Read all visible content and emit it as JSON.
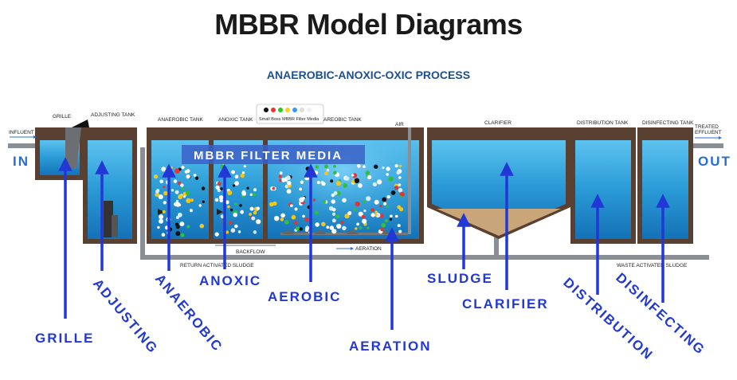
{
  "title": "MBBR Model Diagrams",
  "subtitle": "ANAEROBIC-ANOXIC-OXIC PROCESS",
  "tank_labels": {
    "grille": "GRILLE",
    "adjusting": "ADJUSTING TANK",
    "anaerobic": "ANAEROBIC TANK",
    "anoxic": "ANOXIC TANK",
    "aerobic": "AREOBIC TANK",
    "air": "AIR",
    "clarifier": "CLARIFIER",
    "distribution": "DISTRIBUTION TANK",
    "disinfecting": "DISINFECTING TANK"
  },
  "flow_labels": {
    "influent": "INFLUENT",
    "treated_1": "TREATED",
    "treated_2": "EFFLUENT",
    "backflow": "BACKFLOW",
    "aeration": "AERATION",
    "return_sludge": "RETURN ACTIVATED SLUDGE",
    "waste_sludge": "WASTE ACTIVATED SLUDGE",
    "in": "IN",
    "out": "OUT"
  },
  "media_banner": "MBBR FILTER MEDIA",
  "media_legend": "Small Boss MBBR Filter Media",
  "callouts": {
    "grille": "GRILLE",
    "adjusting": "ADJUSTING",
    "anaerobic": "ANAEROBIC",
    "anoxic": "ANOXIC",
    "aerobic": "AEROBIC",
    "aeration": "AERATION",
    "sludge": "SLUDGE",
    "clarifier": "CLARIFIER",
    "distribution": "DISTRIBUTION",
    "disinfecting": "DISINFECTING"
  },
  "colors": {
    "water": "#2a9ad6",
    "wall": "#5a4030",
    "callout": "#2138d6",
    "title": "#1a1a1a",
    "subtitle": "#1f4e8f",
    "sludge": "#c9a57a"
  }
}
